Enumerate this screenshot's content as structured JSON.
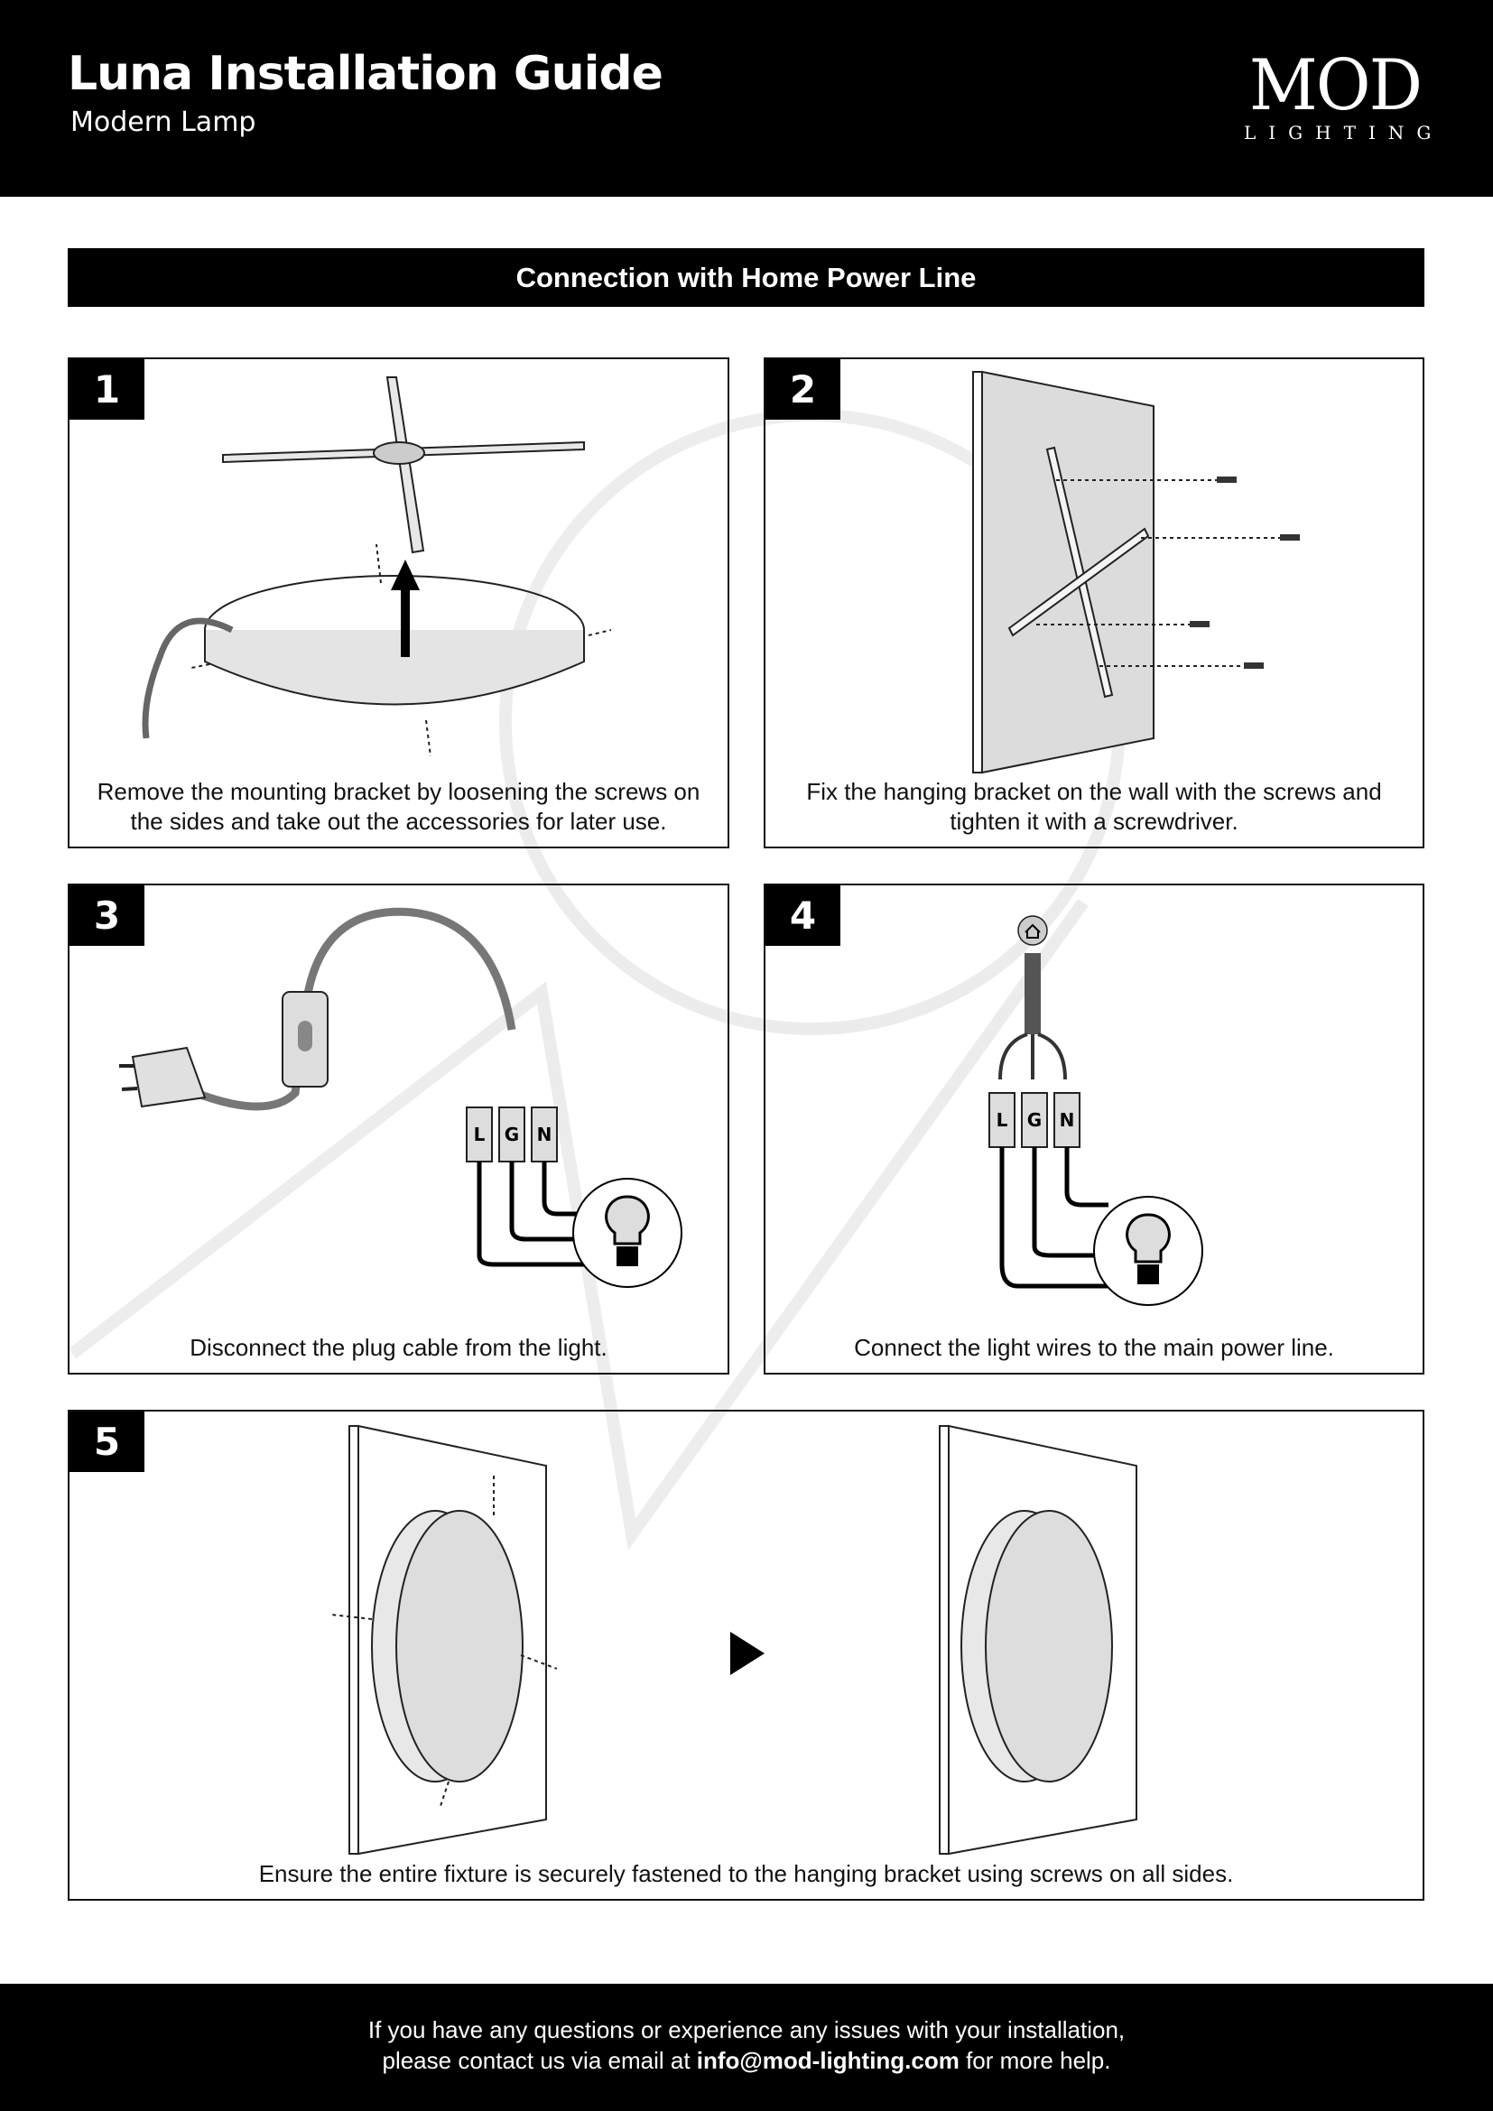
{
  "header": {
    "title": "Luna Installation Guide",
    "subtitle": "Modern Lamp",
    "logo": {
      "main": "MOD",
      "sub": "LIGHTING"
    }
  },
  "section_title": "Connection with Home Power Line",
  "steps": [
    {
      "number": "1",
      "caption": "Remove the mounting bracket by loosening the screws on the sides and take out the accessories for later use."
    },
    {
      "number": "2",
      "caption": "Fix the hanging bracket on the wall with the screws and tighten it with a screwdriver."
    },
    {
      "number": "3",
      "caption": "Disconnect the plug cable from the light.",
      "terminals": [
        "L",
        "G",
        "N"
      ]
    },
    {
      "number": "4",
      "caption": "Connect the light wires to the main power line.",
      "terminals": [
        "L",
        "G",
        "N"
      ]
    },
    {
      "number": "5",
      "caption": "Ensure the entire fixture is securely fastened to the hanging bracket using screws on all sides."
    }
  ],
  "footer": {
    "line1": "If you have any questions or experience any issues with your installation,",
    "line2_prefix": "please contact us via email at ",
    "email": "info@mod-lighting.com",
    "line2_suffix": " for more help."
  },
  "colors": {
    "primary": "#000000",
    "background": "#ffffff",
    "illustration_gray": "#d0d0d0"
  }
}
